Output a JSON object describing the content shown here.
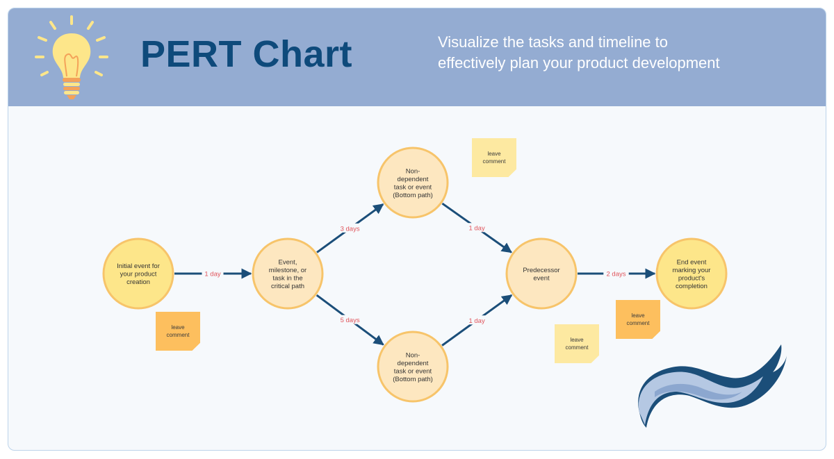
{
  "header": {
    "title": "PERT Chart",
    "subtitle_line1": "Visualize the tasks and timeline to",
    "subtitle_line2": "effectively plan your product development"
  },
  "nodes": [
    {
      "id": "initial",
      "lines": [
        "Initial event for",
        "your product",
        "creation"
      ]
    },
    {
      "id": "event",
      "lines": [
        "Event,",
        "milestone, or",
        "task in the",
        "critical path"
      ]
    },
    {
      "id": "top",
      "lines": [
        "Non-",
        "dependent",
        "task or event",
        "(Bottom path)"
      ]
    },
    {
      "id": "bottom",
      "lines": [
        "Non-",
        "dependent",
        "task or event",
        "(Bottom path)"
      ]
    },
    {
      "id": "predecessor",
      "lines": [
        "Predecessor",
        "event"
      ]
    },
    {
      "id": "end",
      "lines": [
        "End event",
        "marking your",
        "product's",
        "completion"
      ]
    }
  ],
  "edges": [
    {
      "from": "initial",
      "to": "event",
      "label": "1 day"
    },
    {
      "from": "event",
      "to": "top",
      "label": "3 days"
    },
    {
      "from": "event",
      "to": "bottom",
      "label": "5 days"
    },
    {
      "from": "top",
      "to": "predecessor",
      "label": "1 day"
    },
    {
      "from": "bottom",
      "to": "predecessor",
      "label": "1 day"
    },
    {
      "from": "predecessor",
      "to": "end",
      "label": "2 days"
    }
  ],
  "notes": [
    {
      "line1": "leave",
      "line2": "comment"
    },
    {
      "line1": "leave",
      "line2": "comment"
    },
    {
      "line1": "leave",
      "line2": "comment"
    },
    {
      "line1": "leave",
      "line2": "comment"
    }
  ],
  "colors": {
    "header_bg": "#94acd2",
    "title": "#0e4a7b",
    "node_fill_light": "#fde7c0",
    "node_fill_yellow": "#fde68a",
    "node_stroke": "#f7c46a",
    "arrow": "#1b4e79",
    "edge_label": "#e0555c"
  },
  "icons": {
    "header_icon": "lightbulb-icon",
    "decoration": "brush-stroke-decoration"
  }
}
